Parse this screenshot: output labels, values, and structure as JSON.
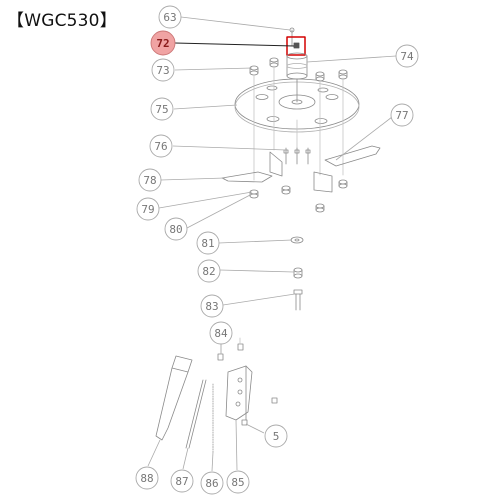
{
  "title": "【WGC530】",
  "highlight_color": "#f0a3a3",
  "highlight_box_color": "#d40000",
  "callouts": [
    {
      "id": "63",
      "label": "63",
      "highlight": false
    },
    {
      "id": "72",
      "label": "72",
      "highlight": true
    },
    {
      "id": "73",
      "label": "73",
      "highlight": false
    },
    {
      "id": "74",
      "label": "74",
      "highlight": false
    },
    {
      "id": "75",
      "label": "75",
      "highlight": false
    },
    {
      "id": "76",
      "label": "76",
      "highlight": false
    },
    {
      "id": "77",
      "label": "77",
      "highlight": false
    },
    {
      "id": "78",
      "label": "78",
      "highlight": false
    },
    {
      "id": "79",
      "label": "79",
      "highlight": false
    },
    {
      "id": "80",
      "label": "80",
      "highlight": false
    },
    {
      "id": "81",
      "label": "81",
      "highlight": false
    },
    {
      "id": "82",
      "label": "82",
      "highlight": false
    },
    {
      "id": "83",
      "label": "83",
      "highlight": false
    },
    {
      "id": "84",
      "label": "84",
      "highlight": false
    },
    {
      "id": "5",
      "label": "5",
      "highlight": false
    },
    {
      "id": "88",
      "label": "88",
      "highlight": false
    },
    {
      "id": "87",
      "label": "87",
      "highlight": false
    },
    {
      "id": "86",
      "label": "86",
      "highlight": false
    },
    {
      "id": "85",
      "label": "85",
      "highlight": false
    }
  ]
}
